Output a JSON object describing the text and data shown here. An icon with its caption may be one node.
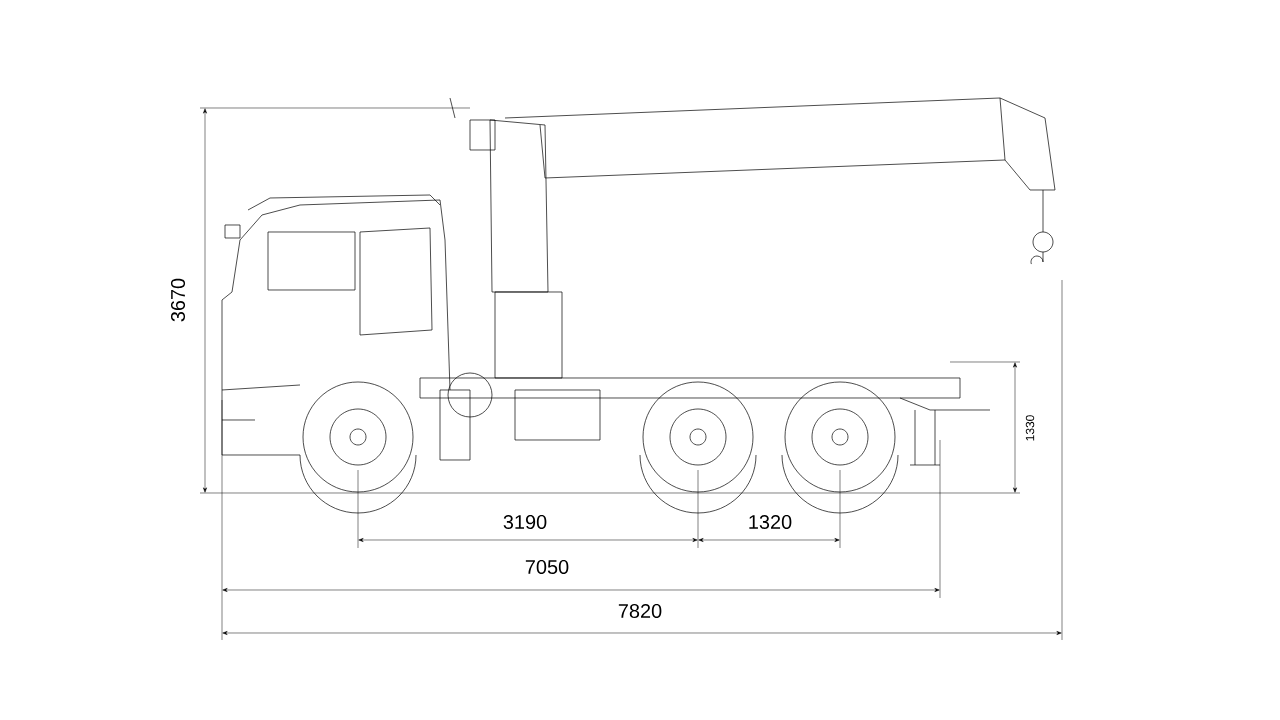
{
  "diagram": {
    "labels": [
      "3670",
      "1330",
      "3190",
      "1320",
      "7050",
      "7820"
    ]
  }
}
